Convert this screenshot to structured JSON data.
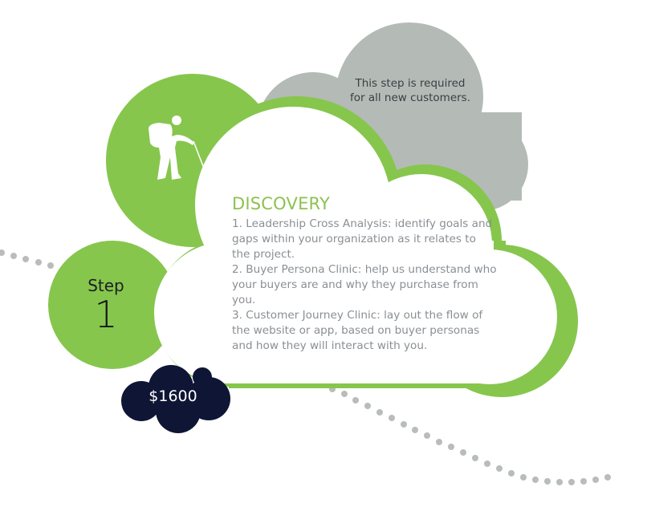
{
  "colors": {
    "green": "#86c64d",
    "gray_cloud": "#b4bab6",
    "navy": "#0f1535",
    "dots": "#b8bdba",
    "title_green": "#8cc24f",
    "body_text": "#8a8f93"
  },
  "note": {
    "line1": "This step is required",
    "line2": "for all new customers."
  },
  "section": {
    "title": "DISCOVERY",
    "items": [
      "1. Leadership Cross Analysis: identify goals and gaps within your organization as it relates to the project.",
      "2. Buyer Persona Clinic: help us understand who your buyers are and why they purchase from you.",
      "3. Customer Journey Clinic: lay out the flow of the website or app, based on buyer personas and how they will interact with you."
    ]
  },
  "step": {
    "label": "Step",
    "number": "1"
  },
  "price": {
    "value": "$1600"
  },
  "icons": {
    "hiker": "hiker-icon"
  }
}
